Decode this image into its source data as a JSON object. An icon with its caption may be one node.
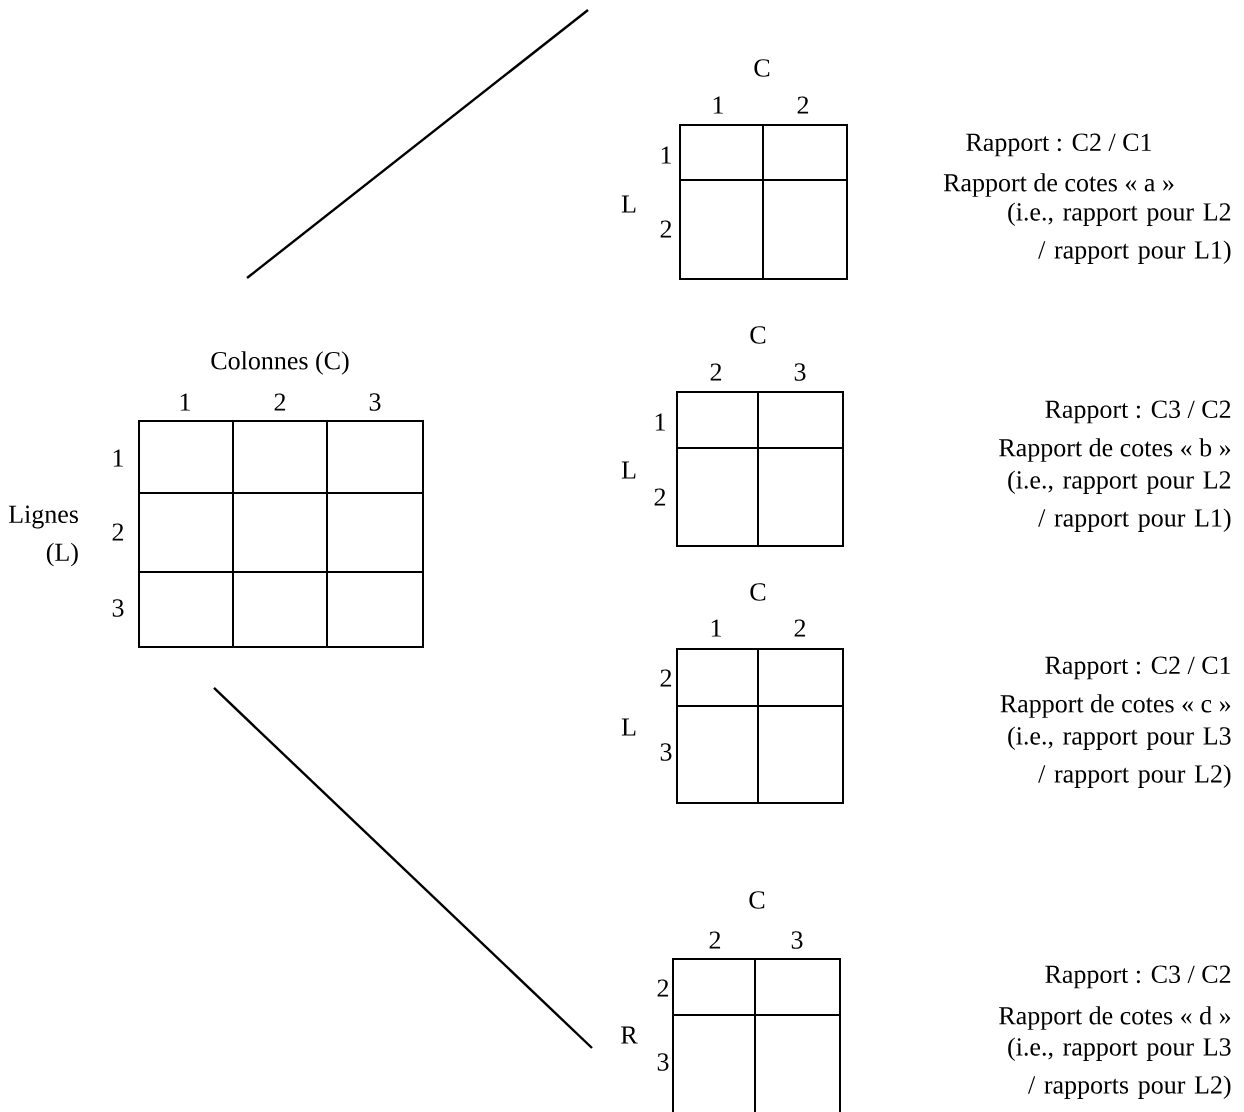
{
  "diagram": {
    "nodes": [
      {
        "text": [],
        "shape": "box",
        "beside": [
          "Colonnes (C)",
          "1",
          "2",
          "3",
          "Lignes (L)",
          "1",
          "2",
          "3"
        ]
      },
      {
        "text": [],
        "shape": "box",
        "beside": [
          "C",
          "1",
          "2",
          "L",
          "1",
          "2",
          "Rapport : C2 / C1",
          "Rapport de cotes « a »",
          "(i.e., rapport pour L2 / rapport pour L1)"
        ]
      },
      {
        "text": [],
        "shape": "box",
        "beside": [
          "C",
          "2",
          "3",
          "L",
          "1",
          "2",
          "Rapport : C3 / C2",
          "Rapport de cotes « b »",
          "(i.e., rapport pour L2 / rapport pour L1)"
        ]
      },
      {
        "text": [],
        "shape": "box",
        "beside": [
          "C",
          "1",
          "2",
          "L",
          "2",
          "3",
          "Rapport : C2 / C1",
          "Rapport de cotes « c »",
          "(i.e., rapport pour  L3 / rapport pour L2)"
        ]
      },
      {
        "text": [],
        "shape": "box",
        "beside": [
          "C",
          "2",
          "3",
          "R",
          "2",
          "3",
          "Rapport : C3 / C2",
          "Rapport de cotes « d »",
          "(i.e., rapport pour L3 / rapports pour L2)"
        ]
      }
    ]
  }
}
